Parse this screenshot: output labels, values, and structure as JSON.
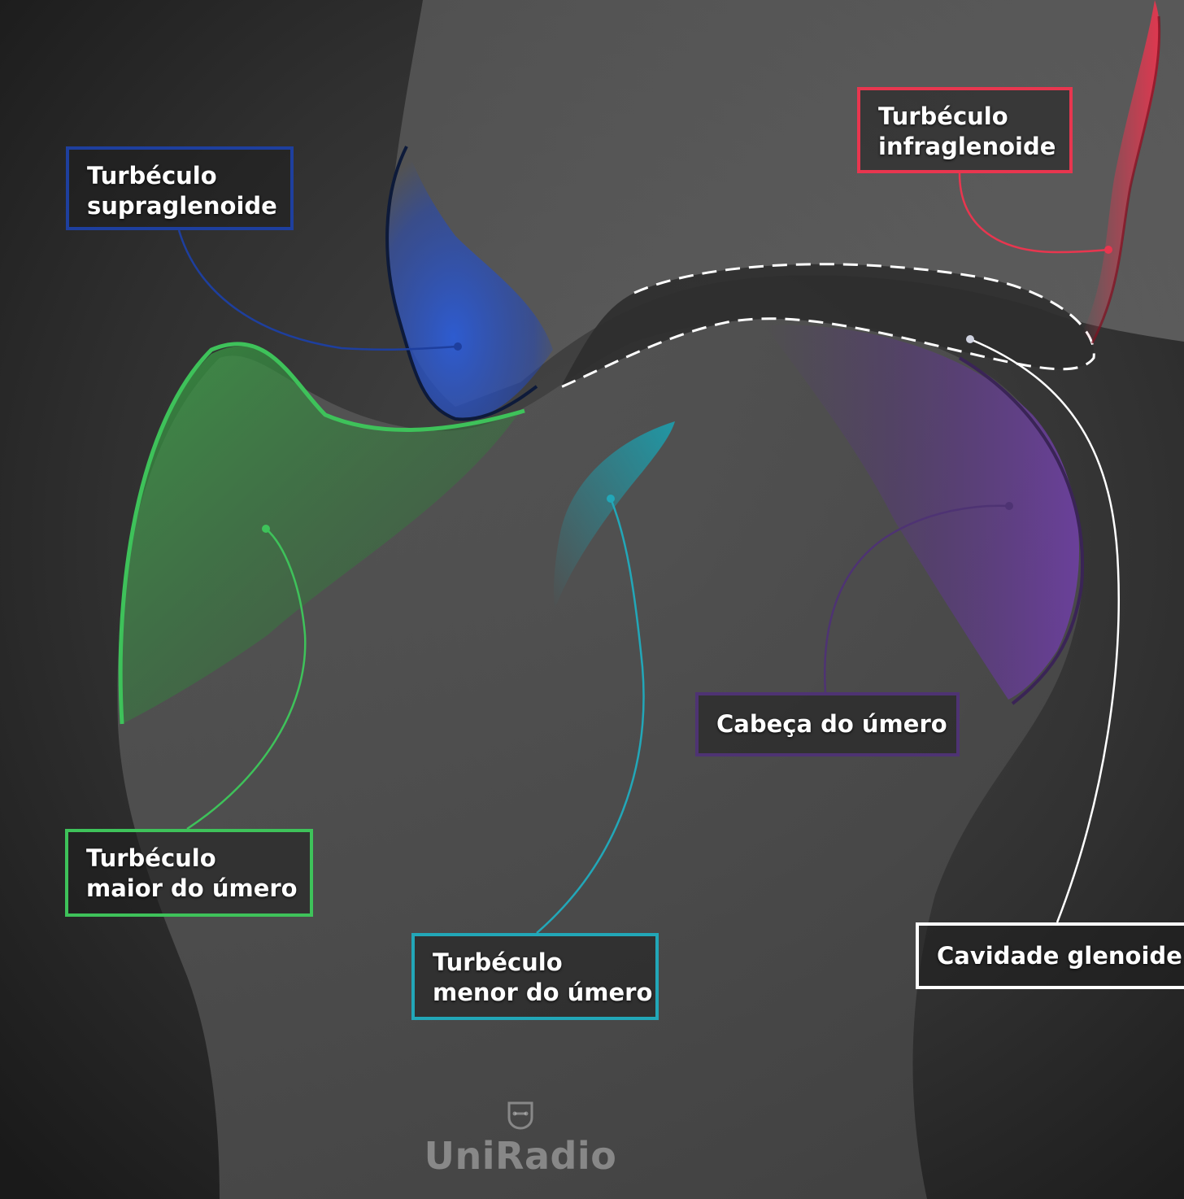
{
  "labels": {
    "supraglenoide": {
      "line1": "Turbéculo",
      "line2": "supraglenoide",
      "color": "#1e3f9e"
    },
    "infraglenoide": {
      "line1": "Turbéculo",
      "line2": "infraglenoide",
      "color": "#e8364f"
    },
    "maior": {
      "line1": "Turbéculo",
      "line2": "maior do úmero",
      "color": "#3ec25a"
    },
    "menor": {
      "line1": "Turbéculo",
      "line2": "menor do úmero",
      "color": "#22a7b8"
    },
    "cabeca": {
      "text": "Cabeça do úmero",
      "color": "#4e3373"
    },
    "cavidade": {
      "text": "Cavidade glenoide",
      "color": "#ffffff"
    }
  },
  "logo": {
    "text": "UniRadio",
    "icon": "uniradio-logo-icon"
  }
}
